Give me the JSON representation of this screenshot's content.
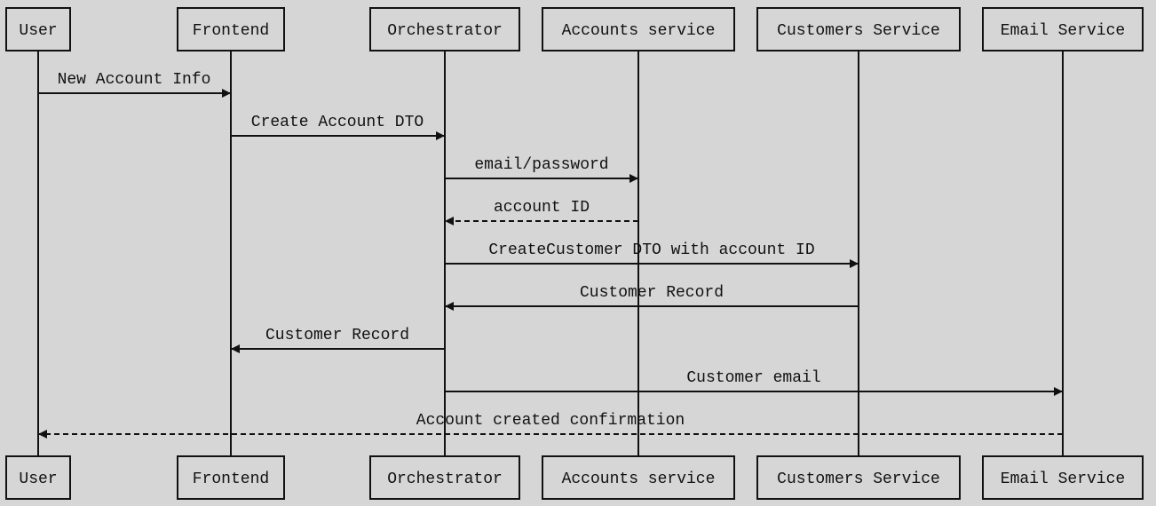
{
  "participants": [
    {
      "id": "user",
      "label": "User"
    },
    {
      "id": "frontend",
      "label": "Frontend"
    },
    {
      "id": "orchestrator",
      "label": "Orchestrator"
    },
    {
      "id": "accounts",
      "label": "Accounts service"
    },
    {
      "id": "customers",
      "label": "Customers Service"
    },
    {
      "id": "email",
      "label": "Email Service"
    }
  ],
  "messages": [
    {
      "from": "user",
      "to": "frontend",
      "label": "New Account Info",
      "style": "solid"
    },
    {
      "from": "frontend",
      "to": "orchestrator",
      "label": "Create Account DTO",
      "style": "solid"
    },
    {
      "from": "orchestrator",
      "to": "accounts",
      "label": "email/password",
      "style": "solid"
    },
    {
      "from": "accounts",
      "to": "orchestrator",
      "label": "account ID",
      "style": "dashed"
    },
    {
      "from": "orchestrator",
      "to": "customers",
      "label": "CreateCustomer DTO with account ID",
      "style": "solid"
    },
    {
      "from": "customers",
      "to": "orchestrator",
      "label": "Customer Record",
      "style": "solid"
    },
    {
      "from": "orchestrator",
      "to": "frontend",
      "label": "Customer Record",
      "style": "solid"
    },
    {
      "from": "orchestrator",
      "to": "email",
      "label": "Customer email",
      "style": "solid"
    },
    {
      "from": "email",
      "to": "user",
      "label": "Account created confirmation",
      "style": "dashed"
    }
  ],
  "colors": {
    "background": "#d6d6d6",
    "stroke": "#111111"
  }
}
